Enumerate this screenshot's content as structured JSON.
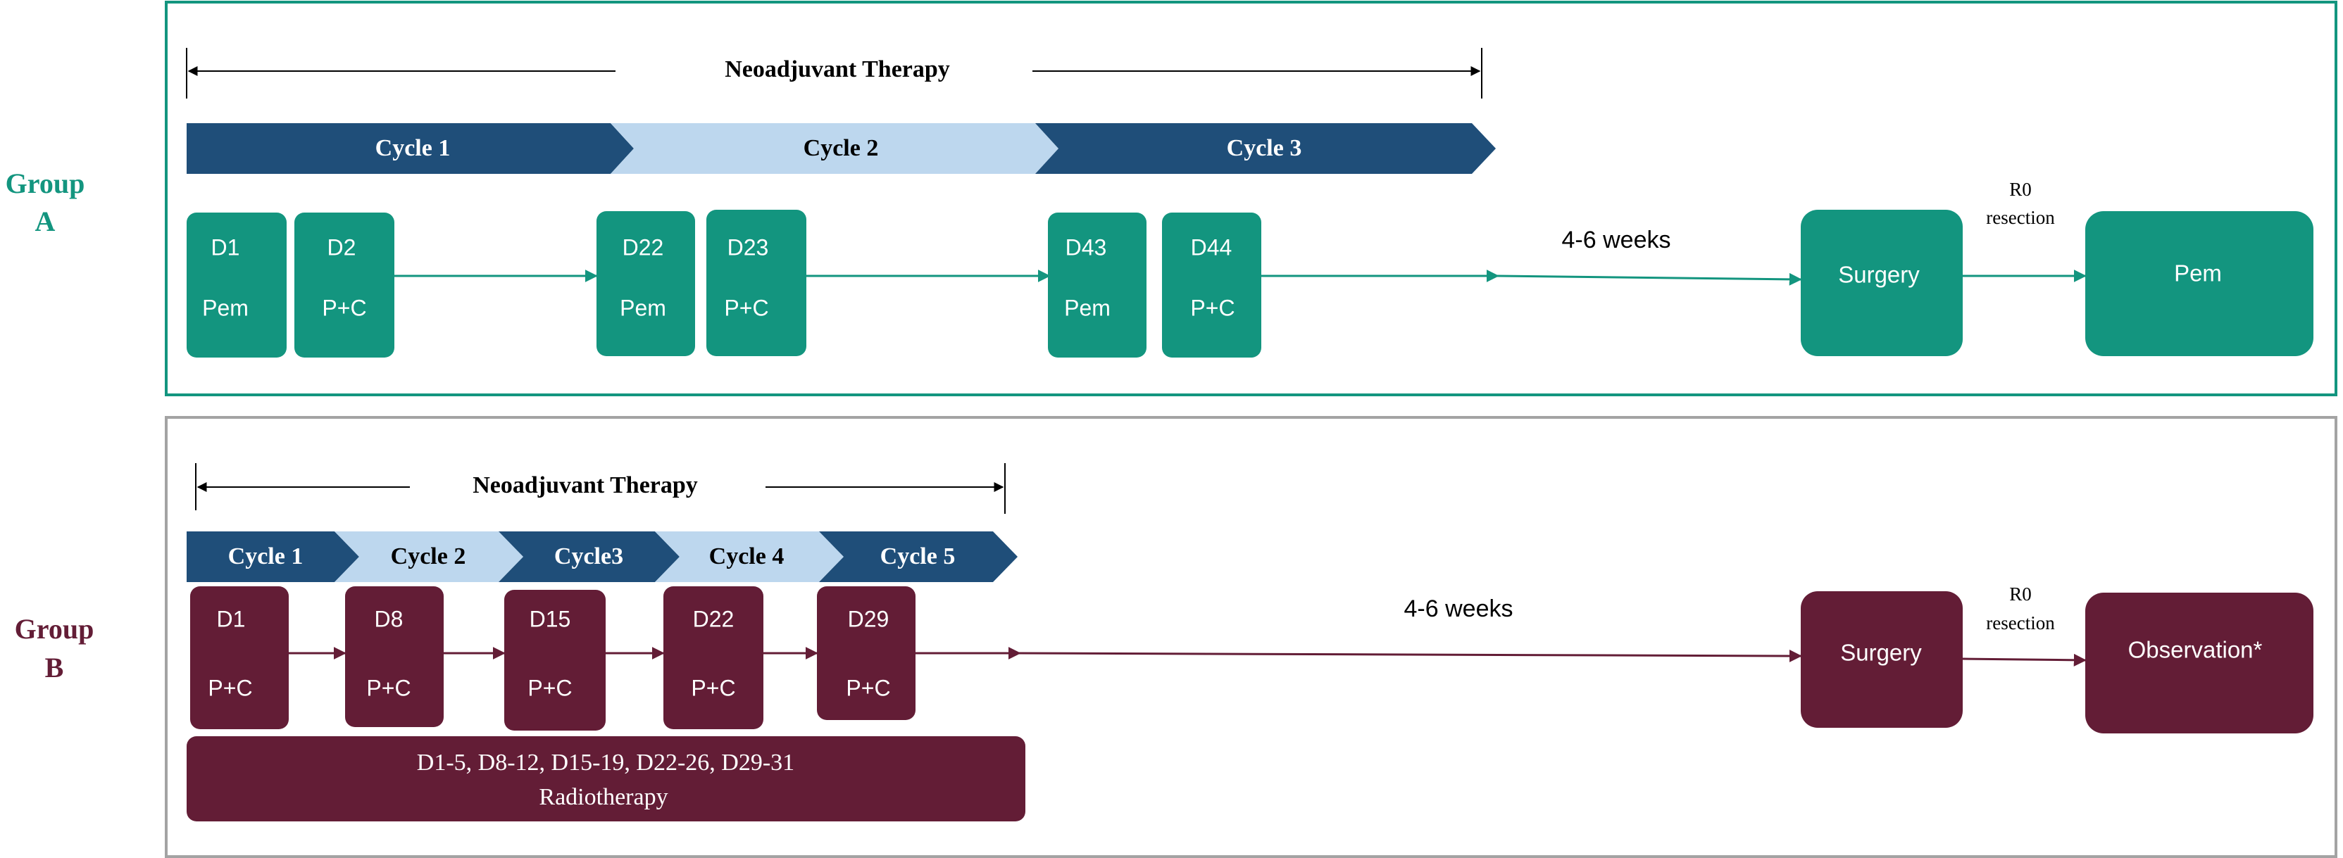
{
  "colors": {
    "teal": "#13957f",
    "maroon": "#631d36",
    "navy": "#1f4e79",
    "light_blue": "#bdd7ee",
    "box_gray": "#a3a3a3"
  },
  "group_a": {
    "label_line1": "Group",
    "label_line2": "A",
    "therapy_label": "Neoadjuvant Therapy",
    "cycles": [
      "Cycle 1",
      "Cycle 2",
      "Cycle 3"
    ],
    "days": [
      {
        "day": "D1",
        "drug": "Pem"
      },
      {
        "day": "D2",
        "drug": "P+C"
      },
      {
        "day": "D22",
        "drug": "Pem"
      },
      {
        "day": "D23",
        "drug": "P+C"
      },
      {
        "day": "D43",
        "drug": "Pem"
      },
      {
        "day": "D44",
        "drug": "P+C"
      }
    ],
    "interval": "4-6 weeks",
    "surgery": "Surgery",
    "resection_line1": "R0",
    "resection_line2": "resection",
    "post": "Pem"
  },
  "group_b": {
    "label_line1": "Group",
    "label_line2": "B",
    "therapy_label": "Neoadjuvant Therapy",
    "cycles": [
      "Cycle 1",
      "Cycle 2",
      "Cycle3",
      "Cycle 4",
      "Cycle 5"
    ],
    "days": [
      {
        "day": "D1",
        "drug": "P+C"
      },
      {
        "day": "D8",
        "drug": "P+C"
      },
      {
        "day": "D15",
        "drug": "P+C"
      },
      {
        "day": "D22",
        "drug": "P+C"
      },
      {
        "day": "D29",
        "drug": "P+C"
      }
    ],
    "radiotherapy_days": "D1-5, D8-12, D15-19, D22-26, D29-31",
    "radiotherapy_label": "Radiotherapy",
    "interval": "4-6 weeks",
    "surgery": "Surgery",
    "resection_line1": "R0",
    "resection_line2": "resection",
    "post": "Observation*"
  }
}
